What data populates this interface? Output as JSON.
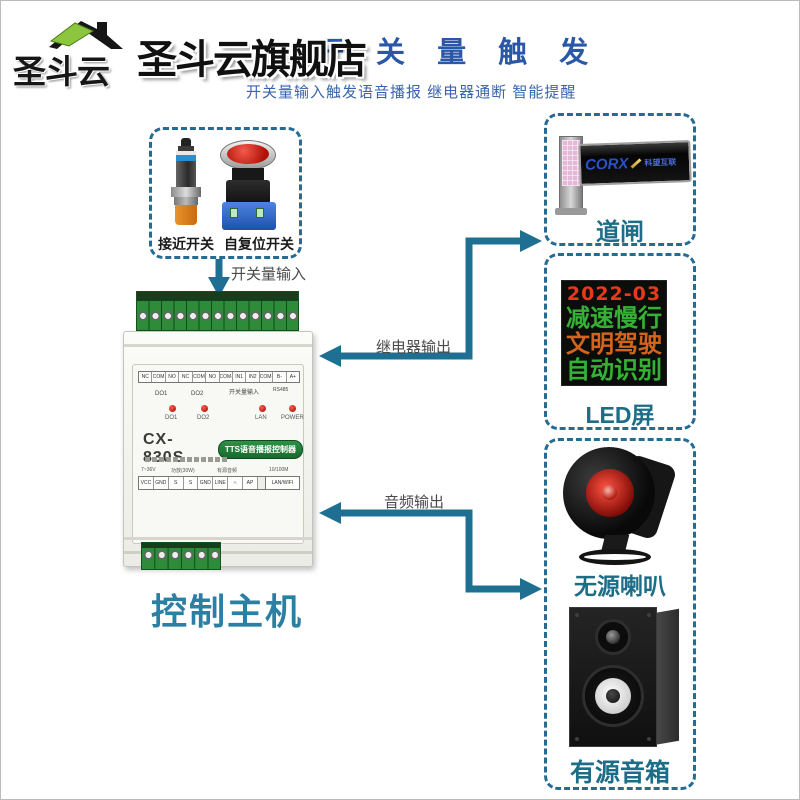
{
  "header": {
    "logo_text": "圣斗云",
    "store_name": "圣斗云旗舰店",
    "title": "开 关 量 触 发",
    "subtitle": "开关量输入触发语音播报 继电器通断  智能提醒"
  },
  "sensors": {
    "proximity_label": "接近开关",
    "button_label": "自复位开关"
  },
  "flow": {
    "input_label": "开关量输入",
    "relay_label": "继电器输出",
    "audio_label": "音频输出"
  },
  "controller": {
    "top_terminals": [
      "NC",
      "COM",
      "NO",
      "NC",
      "COM",
      "NO",
      "COM-",
      "IN1",
      "IN2",
      "COM-",
      "B-",
      "A+"
    ],
    "do1": "DO1",
    "do2": "DO2",
    "input_group": "开关量输入",
    "rs485": "RS485",
    "leds": [
      "DO1",
      "DO2",
      "LAN",
      "POWER"
    ],
    "model": "CX-830S",
    "product": "TTS语音播报控制器",
    "bottom_groups": [
      "7~36V",
      "功放(30W)",
      "有源音频",
      "10/100M"
    ],
    "bottom_terminals": [
      "VCC",
      "GND",
      "S",
      "S",
      "GND",
      "LINE",
      "∩",
      "AP",
      "LAN/WIFI"
    ],
    "caption": "控制主机"
  },
  "outputs": {
    "barrier": {
      "label": "道闸",
      "brand": "CORX",
      "brand_sub": "科望互联"
    },
    "led_screen": {
      "label": "LED屏",
      "lines": [
        {
          "text": "2022-03",
          "color": "#e8391b"
        },
        {
          "text": "减速慢行",
          "color": "#35b135"
        },
        {
          "text": "文明驾驶",
          "color": "#d2641e"
        },
        {
          "text": "自动识别",
          "color": "#35b135"
        }
      ]
    },
    "horn": {
      "label": "无源喇叭"
    },
    "speaker": {
      "label": "有源音箱"
    }
  },
  "colors": {
    "accent_teal": "#1e6f91",
    "dashed_border": "#256c94",
    "label_teal": "#1c6d87",
    "title_blue": "#2b57a8"
  }
}
